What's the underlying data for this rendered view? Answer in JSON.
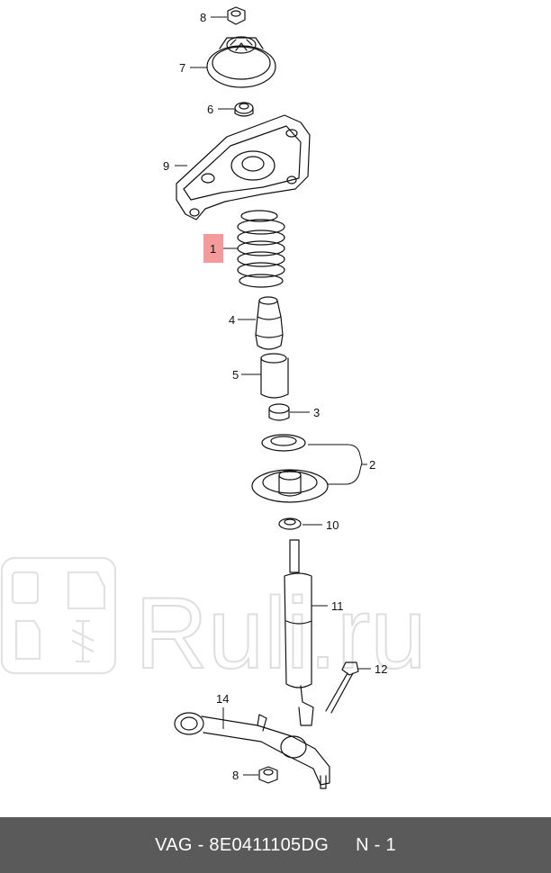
{
  "watermark": {
    "text": "Ruli.ru"
  },
  "callouts": {
    "p8_top": "8",
    "p7": "7",
    "p6": "6",
    "p9": "9",
    "p1": "1",
    "p4": "4",
    "p5": "5",
    "p3": "3",
    "p2": "2",
    "p10": "10",
    "p11": "11",
    "p12": "12",
    "p14": "14",
    "p8_bottom": "8"
  },
  "highlight": {
    "part": "1",
    "color": "#f59a9a"
  },
  "footer": {
    "part_code": "VAG - 8E0411105DG",
    "position": "N - 1",
    "background": "#5a5a5a"
  }
}
